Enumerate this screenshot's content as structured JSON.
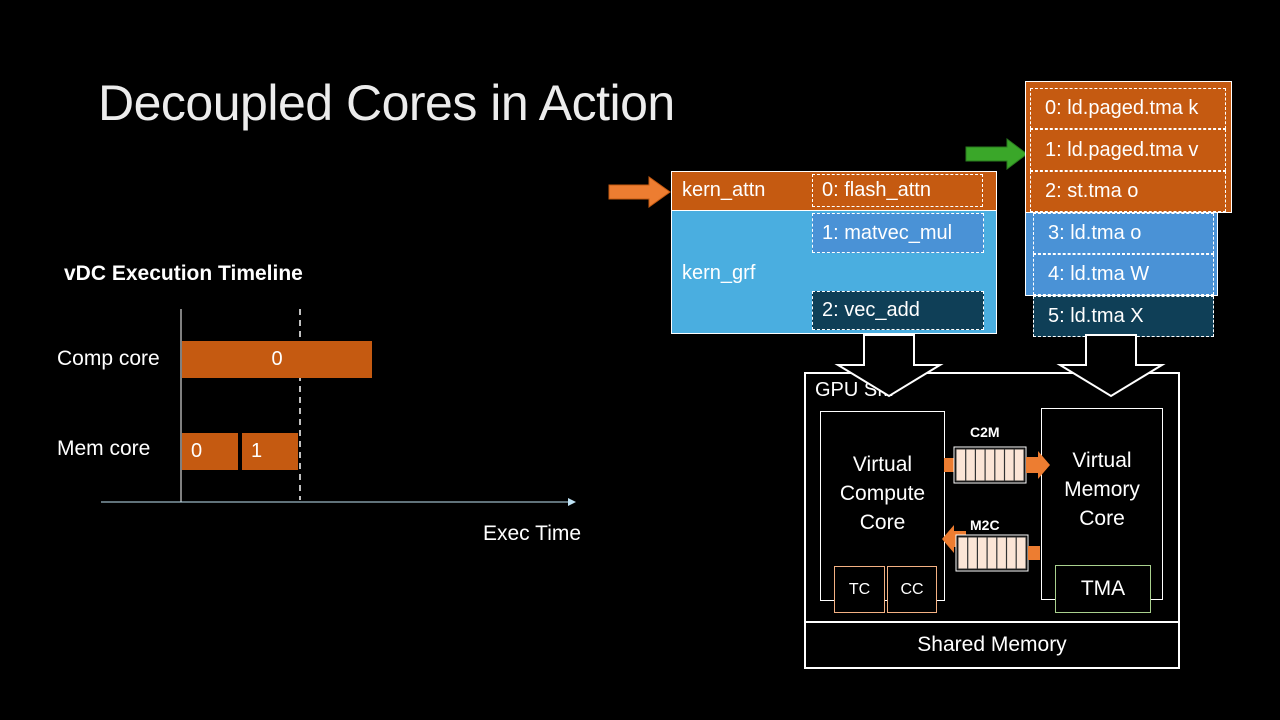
{
  "title": "Decoupled Cores in Action",
  "timeline": {
    "title": "vDC Execution Timeline",
    "rows": [
      {
        "label": "Comp core",
        "bars": [
          "0"
        ]
      },
      {
        "label": "Mem core",
        "bars": [
          "0",
          "1"
        ]
      }
    ],
    "x_label": "Exec Time"
  },
  "compute_kernels": {
    "kern_attn": {
      "name": "kern_attn",
      "ops": [
        "0: flash_attn"
      ]
    },
    "kern_grf": {
      "name": "kern_grf",
      "ops": [
        "1: matvec_mul",
        "2: vec_add"
      ]
    }
  },
  "memory_ops": [
    "0: ld.paged.tma k",
    "1: ld.paged.tma v",
    "2: st.tma o",
    "3: ld.tma o",
    "4: ld.tma W",
    "5: ld.tma X"
  ],
  "gpu_sm": {
    "label": "GPU SM",
    "compute_core": {
      "line1": "Virtual",
      "line2": "Compute",
      "line3": "Core",
      "units": [
        "TC",
        "CC"
      ]
    },
    "memory_core": {
      "line1": "Virtual",
      "line2": "Memory",
      "line3": "Core",
      "unit": "TMA"
    },
    "queues": {
      "c2m": "C2M",
      "m2c": "M2C"
    },
    "shared_memory": "Shared Memory"
  },
  "colors": {
    "orange": "#c55a11",
    "arrow_orange": "#ed7d31",
    "light_blue": "#4aaee0",
    "mid_blue": "#4a92d6",
    "dark_teal": "#0f3f57",
    "green_arrow": "#3aa729",
    "queue_cell": "#fbe5d6",
    "tc_border": "#f4b183",
    "tma_border": "#a9d18e"
  }
}
